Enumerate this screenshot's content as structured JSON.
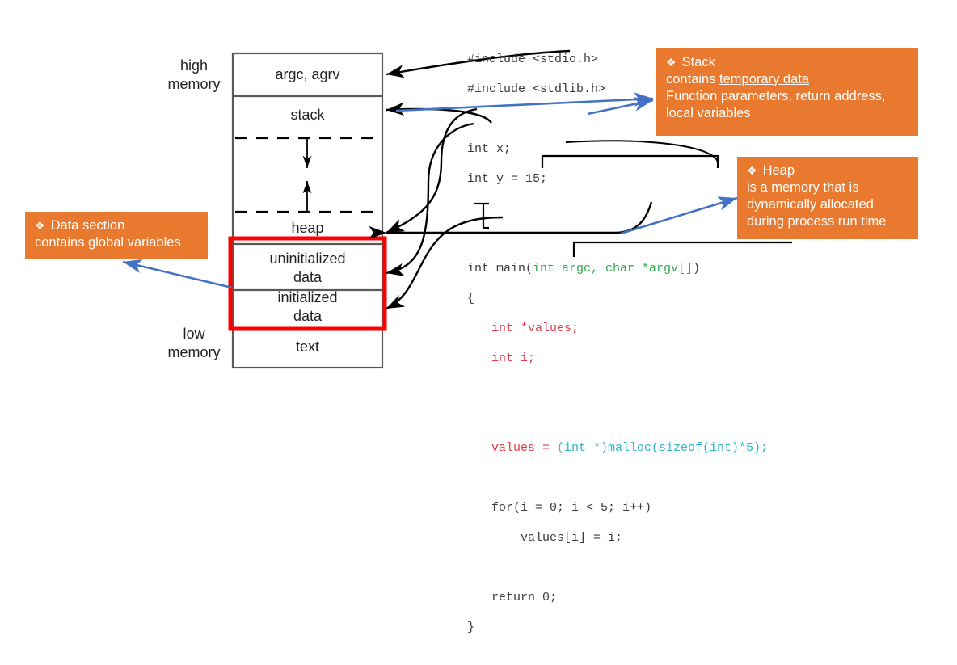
{
  "diagram": {
    "title": "process memory layout",
    "side_labels": {
      "high": {
        "line1": "high",
        "line2": "memory"
      },
      "low": {
        "line1": "low",
        "line2": "memory"
      }
    },
    "segments": [
      {
        "name": "argc-argv",
        "label": "argc, agrv"
      },
      {
        "name": "stack",
        "label": "stack"
      },
      {
        "name": "heap",
        "label": "heap"
      },
      {
        "name": "uninitialized-data",
        "label": "uninitialized",
        "label2": "data"
      },
      {
        "name": "initialized-data",
        "label": "initialized",
        "label2": "data"
      },
      {
        "name": "text",
        "label": "text"
      }
    ],
    "highlight_color": "#FF0000",
    "accent_orange": "#E8792E",
    "arrow_blue": "#4472C4",
    "arrow_black": "#000000"
  },
  "callouts": [
    {
      "name": "stack",
      "bullet": "❖",
      "title": "Stack",
      "lines": [
        {
          "pre": "contains ",
          "underlined": "temporary data",
          "post": ""
        },
        {
          "pre": "Function parameters, return address,",
          "underlined": "",
          "post": ""
        },
        {
          "pre": "local variables",
          "underlined": "",
          "post": ""
        }
      ]
    },
    {
      "name": "heap",
      "bullet": "❖",
      "title": "Heap",
      "lines": [
        {
          "pre": "is a memory that is",
          "underlined": "",
          "post": ""
        },
        {
          "pre": "dynamically allocated",
          "underlined": "",
          "post": ""
        },
        {
          "pre": "during process run time",
          "underlined": "",
          "post": ""
        }
      ]
    },
    {
      "name": "data-section",
      "bullet": "❖",
      "title": "Data section",
      "lines": [
        {
          "pre": "contains global variables",
          "underlined": "",
          "post": ""
        }
      ]
    }
  ],
  "code": {
    "lines": [
      "#include <stdio.h>",
      "#include <stdlib.h>",
      "",
      "int x;",
      "int y = 15;",
      "",
      "",
      "int main(int argc, char *argv[])",
      "{",
      "    int *values;",
      "    int i;",
      "",
      "",
      "    values = (int *)malloc(sizeof(int)*5);",
      "",
      "    for(i = 0; i < 5; i++)",
      "        values[i] = i;",
      "",
      "    return 0;",
      "}"
    ],
    "tokens": {
      "include_stdio": "#include <stdio.h>",
      "include_stdlib": "#include <stdlib.h>",
      "global_x": "int x;",
      "global_y": "int y = 15;",
      "main_head_plain1": "int main(",
      "main_head_green": "int argc, char *argv[]",
      "main_head_plain2": ")",
      "brace_open": "{",
      "decl_values": "int *values;",
      "decl_i": "int i;",
      "assign_lhs": "values = ",
      "assign_rhs": "(int *)malloc(sizeof(int)*5);",
      "for_line": "for(i = 0; i < 5; i++)",
      "for_body": "    values[i] = i;",
      "return_line": "return 0;",
      "brace_close": "}"
    }
  }
}
